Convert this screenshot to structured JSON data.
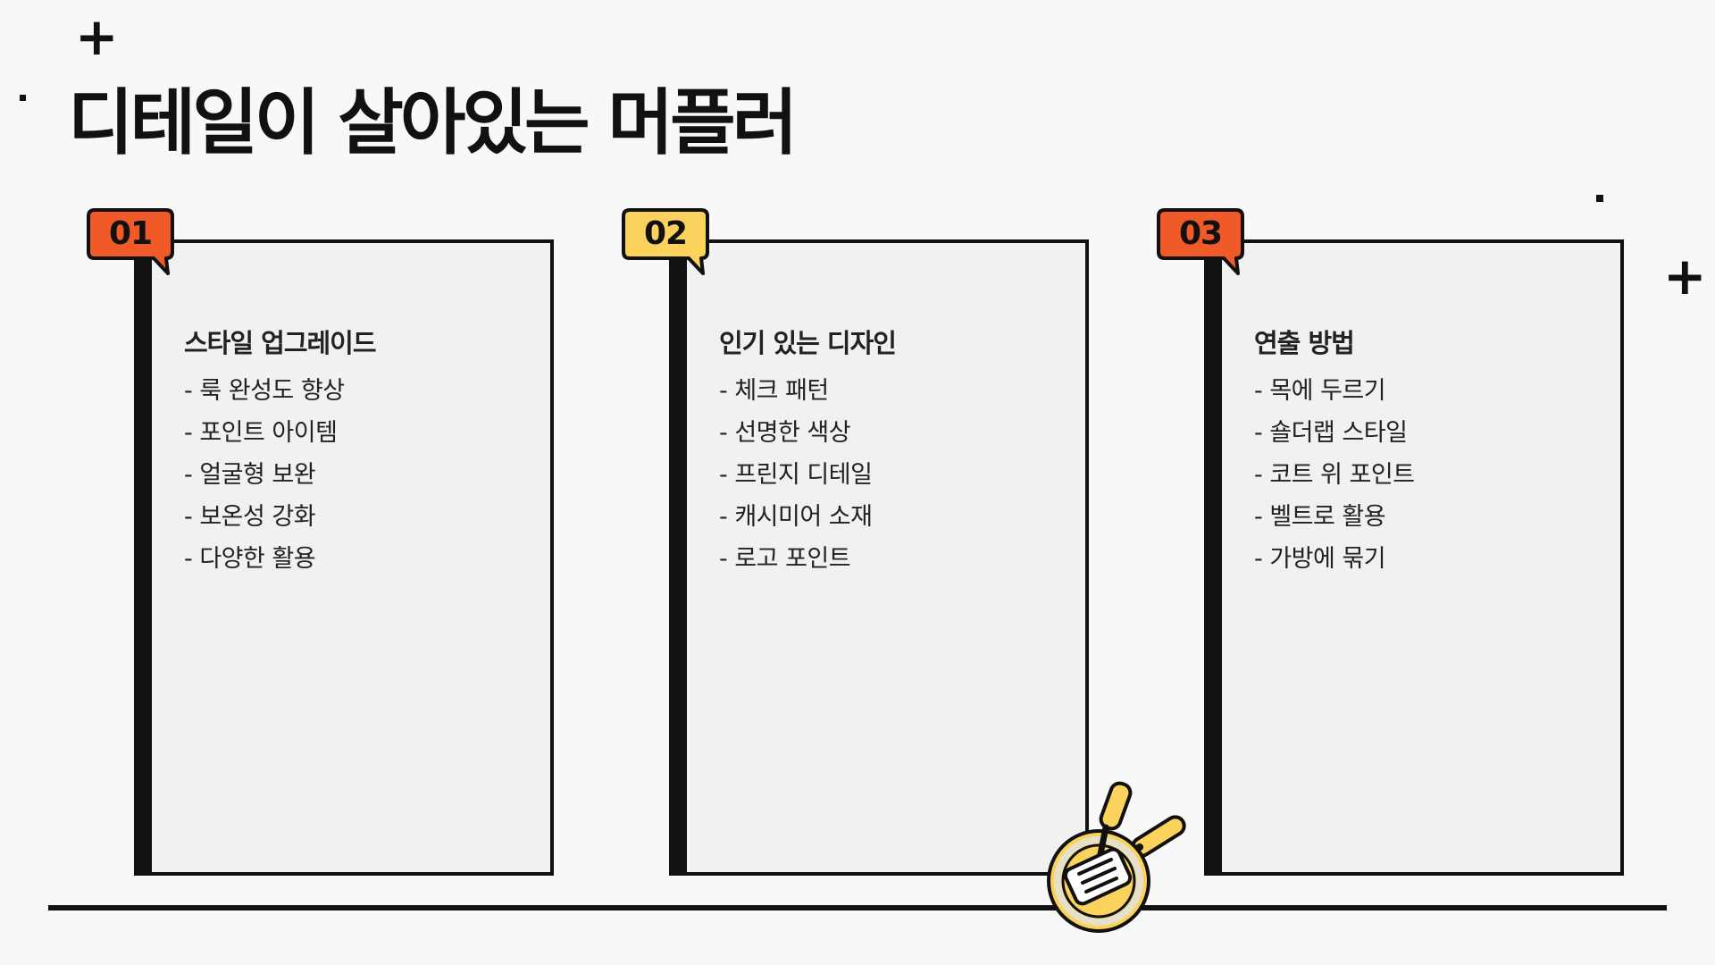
{
  "title": "디테일이 살아있는 머플러",
  "colors": {
    "orange": "#f05a28",
    "yellow": "#fbd35c",
    "ink": "#111111",
    "card": "#f1f1f1",
    "background": "#f8f8f8"
  },
  "cards": [
    {
      "number": "01",
      "badge_color": "orange",
      "heading": "스타일 업그레이드",
      "items": [
        "- 룩 완성도 향상",
        "- 포인트 아이템",
        "- 얼굴형 보완",
        "- 보온성 강화",
        "- 다양한 활용"
      ]
    },
    {
      "number": "02",
      "badge_color": "yellow",
      "heading": "인기 있는 디자인",
      "items": [
        "- 체크 패턴",
        "- 선명한 색상",
        "- 프린지 디테일",
        "- 캐시미어 소재",
        "- 로고 포인트"
      ]
    },
    {
      "number": "03",
      "badge_color": "orange",
      "heading": "연출 방법",
      "items": [
        "- 목에 두르기",
        "- 숄더랩 스타일",
        "- 코트 위 포인트",
        "- 벨트로 활용",
        "- 가방에 묶기"
      ]
    }
  ],
  "icons": {
    "decor_plus": "plus-icon",
    "decor_dot": "dot-icon",
    "illustration": "frying-pan-icon"
  }
}
